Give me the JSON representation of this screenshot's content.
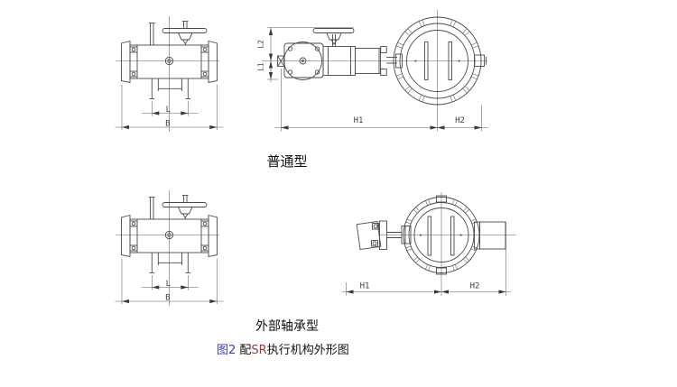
{
  "figure": {
    "type_label_top": "普通型",
    "type_label_bottom": "外部轴承型",
    "caption": {
      "fig_no": "图2",
      "mid": " 配",
      "model": "SR",
      "rest": "执行机构外形图"
    }
  },
  "dimension_labels": {
    "front_view": {
      "width_inner": "L",
      "width_outer": "B"
    },
    "side_view": {
      "height_upper": "L2",
      "height_lower": "L1",
      "length_left": "H1",
      "length_right": "H2"
    }
  },
  "colors": {
    "background": "#ffffff",
    "line": "#4a4a4a",
    "text": "#111111",
    "fig_no_blue": "#3b3bc0",
    "model_red": "#a03a3a"
  }
}
